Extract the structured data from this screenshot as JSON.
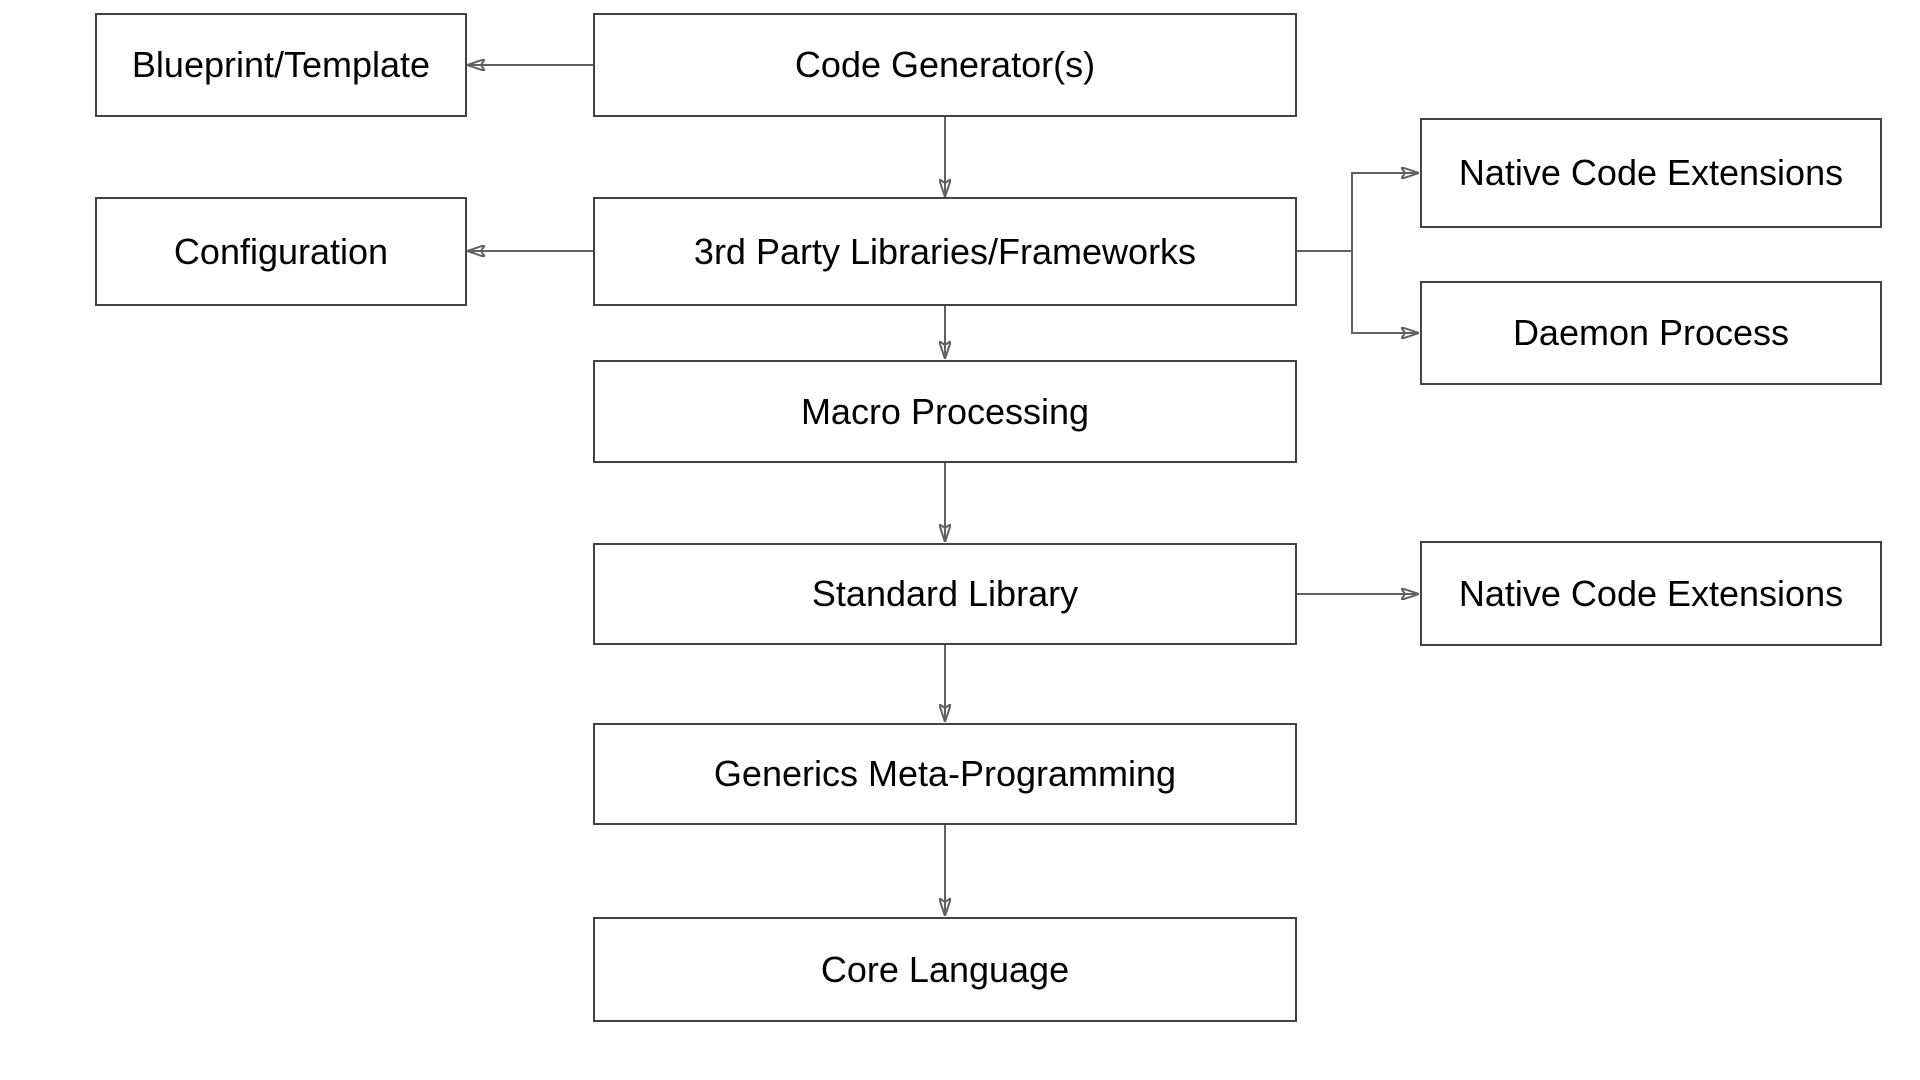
{
  "diagram": {
    "background_color": "#ffffff",
    "colors": {
      "node_fill": "#ffffff",
      "node_border": "#424242",
      "connector": "#616161",
      "text": "#000000"
    },
    "nodes": [
      {
        "id": "blueprint-template",
        "label": "Blueprint/Template"
      },
      {
        "id": "code-generators",
        "label": "Code Generator(s)"
      },
      {
        "id": "configuration",
        "label": "Configuration"
      },
      {
        "id": "third-party-libraries-frameworks",
        "label": "3rd Party Libraries/Frameworks"
      },
      {
        "id": "native-code-extensions-top",
        "label": "Native Code Extensions"
      },
      {
        "id": "daemon-process",
        "label": "Daemon Process"
      },
      {
        "id": "macro-processing",
        "label": "Macro Processing"
      },
      {
        "id": "standard-library",
        "label": "Standard Library"
      },
      {
        "id": "native-code-extensions-bottom",
        "label": "Native Code Extensions"
      },
      {
        "id": "generics-meta-programming",
        "label": "Generics Meta-Programming"
      },
      {
        "id": "core-language",
        "label": "Core Language"
      }
    ],
    "edges": [
      {
        "from": "code-generators",
        "to": "blueprint-template"
      },
      {
        "from": "code-generators",
        "to": "third-party-libraries-frameworks"
      },
      {
        "from": "third-party-libraries-frameworks",
        "to": "configuration"
      },
      {
        "from": "third-party-libraries-frameworks",
        "to": "native-code-extensions-top"
      },
      {
        "from": "third-party-libraries-frameworks",
        "to": "daemon-process"
      },
      {
        "from": "third-party-libraries-frameworks",
        "to": "macro-processing"
      },
      {
        "from": "macro-processing",
        "to": "standard-library"
      },
      {
        "from": "standard-library",
        "to": "native-code-extensions-bottom"
      },
      {
        "from": "standard-library",
        "to": "generics-meta-programming"
      },
      {
        "from": "generics-meta-programming",
        "to": "core-language"
      }
    ]
  }
}
